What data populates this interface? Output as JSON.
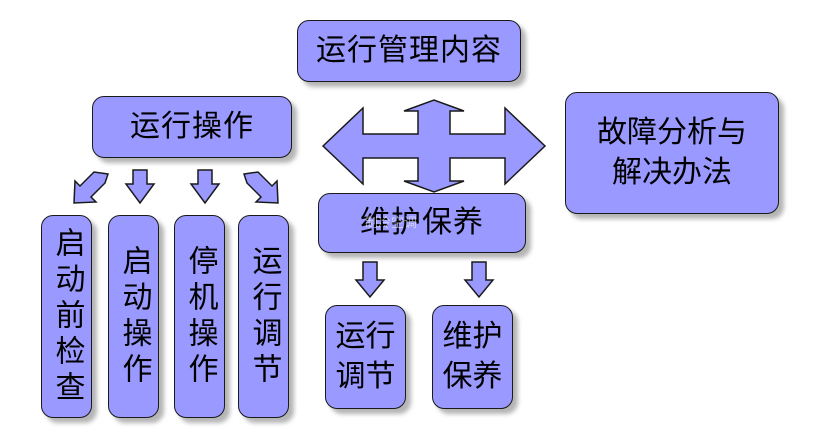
{
  "nodes": {
    "content": "运行管理内容",
    "operation": "运行操作",
    "fault": "故障分析与\n解决办法",
    "maintenance": "维护保养",
    "op_children": [
      "启动前检查",
      "启动操作",
      "停机操作",
      "运行调节"
    ],
    "mt_children": [
      "运行\n调节",
      "维护\n保养"
    ]
  },
  "watermark": "制冷空调",
  "colors": {
    "box_fill": "#9999ff",
    "arrow_fill": "#9999ff",
    "border": "#1a1a1a"
  }
}
